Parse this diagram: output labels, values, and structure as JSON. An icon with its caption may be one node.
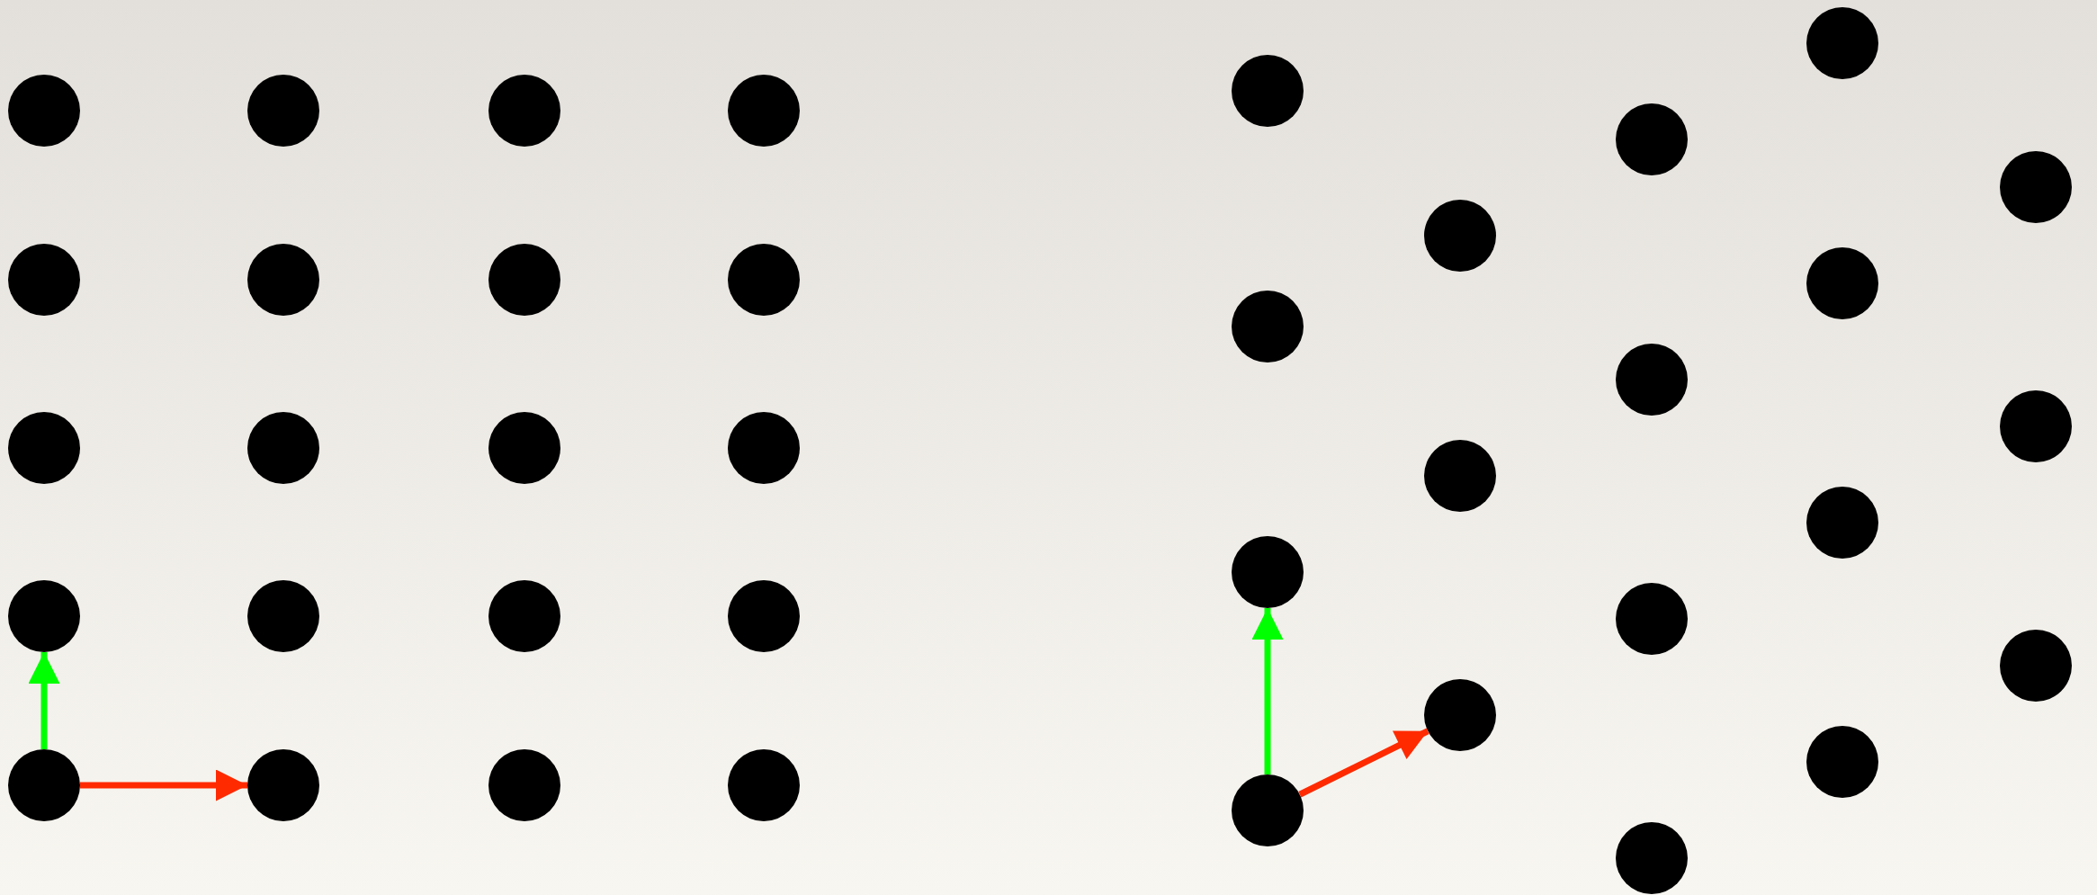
{
  "diagram": {
    "nodes": [
      {
        "text": [],
        "shape": "circle"
      },
      {
        "text": [],
        "shape": "circle"
      },
      {
        "text": [],
        "shape": "circle"
      },
      {
        "text": [],
        "shape": "circle"
      },
      {
        "text": [],
        "shape": "circle"
      },
      {
        "text": [],
        "shape": "circle"
      },
      {
        "text": [],
        "shape": "circle"
      },
      {
        "text": [],
        "shape": "circle"
      },
      {
        "text": [],
        "shape": "circle"
      },
      {
        "text": [],
        "shape": "circle"
      },
      {
        "text": [],
        "shape": "circle"
      },
      {
        "text": [],
        "shape": "circle"
      },
      {
        "text": [],
        "shape": "circle"
      },
      {
        "text": [],
        "shape": "circle"
      },
      {
        "text": [],
        "shape": "circle"
      },
      {
        "text": [],
        "shape": "circle"
      },
      {
        "text": [],
        "shape": "circle"
      },
      {
        "text": [],
        "shape": "circle"
      },
      {
        "text": [],
        "shape": "circle"
      },
      {
        "text": [],
        "shape": "circle"
      },
      {
        "text": [],
        "shape": "circle"
      },
      {
        "text": [],
        "shape": "circle"
      },
      {
        "text": [],
        "shape": "circle"
      },
      {
        "text": [],
        "shape": "circle"
      },
      {
        "text": [],
        "shape": "circle"
      },
      {
        "text": [],
        "shape": "circle"
      },
      {
        "text": [],
        "shape": "circle"
      },
      {
        "text": [],
        "shape": "circle"
      },
      {
        "text": [],
        "shape": "circle"
      },
      {
        "text": [],
        "shape": "circle"
      },
      {
        "text": [],
        "shape": "circle"
      },
      {
        "text": [],
        "shape": "circle"
      },
      {
        "text": [],
        "shape": "circle"
      },
      {
        "text": [],
        "shape": "circle"
      },
      {
        "text": [],
        "shape": "circle"
      },
      {
        "text": [],
        "shape": "circle"
      },
      {
        "text": [],
        "shape": "circle"
      },
      {
        "text": [],
        "shape": "circle"
      }
    ],
    "edges": [
      {
        "from": 16,
        "to": 17,
        "arrow": "to",
        "color": "#ff2a00"
      },
      {
        "from": 16,
        "to": 12,
        "arrow": "to",
        "color": "#00ff00"
      },
      {
        "from": 23,
        "to": 22,
        "arrow": "to",
        "color": "#00ff00"
      },
      {
        "from": 23,
        "to": 26,
        "arrow": "to",
        "color": "#ff2a00"
      }
    ]
  }
}
